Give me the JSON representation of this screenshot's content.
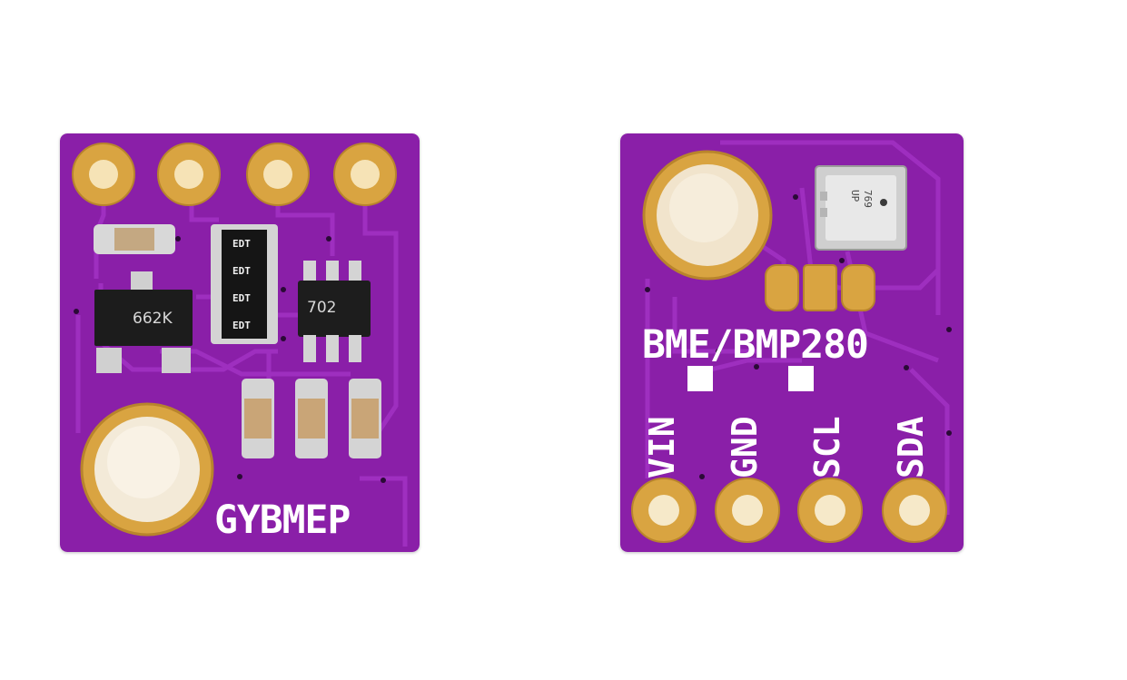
{
  "boards": [
    {
      "id": "back",
      "silkscreen_label": "GYBMEP",
      "regulator_marking": "662K",
      "mosfet_marking": "702",
      "resistor_array_marking": [
        "EDT",
        "EDT",
        "EDT",
        "EDT"
      ]
    },
    {
      "id": "front",
      "silkscreen_label": "BME/BMP280",
      "sensor_marking": [
        "769",
        "UP"
      ],
      "pin_labels": [
        "VIN",
        "GND",
        "SCL",
        "SDA"
      ]
    }
  ],
  "colors": {
    "pcb_purple": "#8a1fa8",
    "trace_purple": "#9d2ec0",
    "gold_pad": "#d9a441",
    "silkscreen": "#ffffff",
    "background": "#ffffff"
  }
}
